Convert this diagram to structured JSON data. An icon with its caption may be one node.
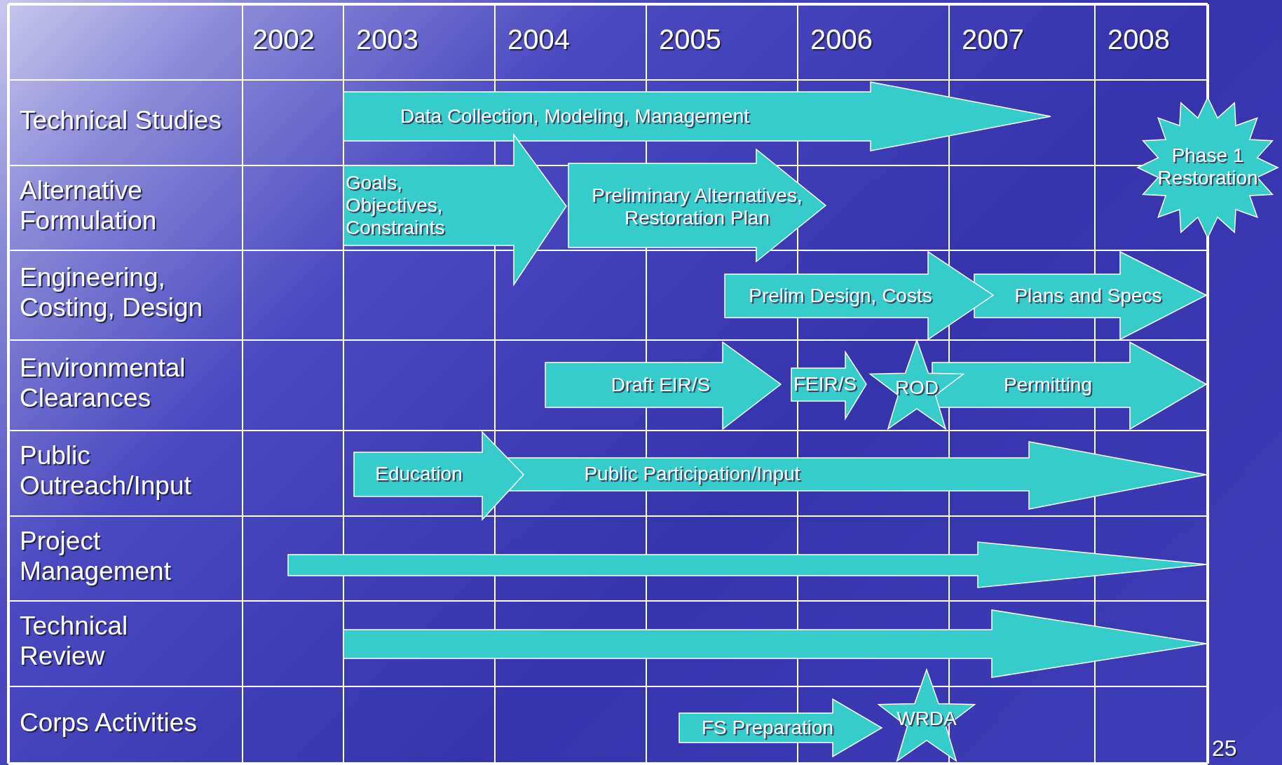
{
  "diagram": {
    "nodes": [
      {
        "text": [
          "Data Collection, Modeling, Management"
        ]
      },
      {
        "text": [
          "Phase 1 Restoration"
        ]
      },
      {
        "text": [
          "Goals, Objectives, Constraints"
        ]
      },
      {
        "text": [
          "Preliminary Alternatives, Restoration Plan"
        ]
      },
      {
        "text": [
          "Prelim Design, Costs"
        ]
      },
      {
        "text": [
          "Plans and Specs"
        ]
      },
      {
        "text": [
          "Draft EIR/S"
        ]
      },
      {
        "text": [
          "FEIR/S"
        ]
      },
      {
        "text": [
          "ROD"
        ]
      },
      {
        "text": [
          "Permitting"
        ]
      },
      {
        "text": [
          "Education"
        ]
      },
      {
        "text": [
          "Public Participation/Input"
        ]
      },
      {
        "text": [],
        "shape": "arrow"
      },
      {
        "text": [],
        "shape": "arrow"
      },
      {
        "text": [
          "FS Preparation"
        ]
      },
      {
        "text": [
          "WRDA"
        ]
      }
    ],
    "labels": [
      "2002",
      "2003",
      "2004",
      "2005",
      "2006",
      "2007",
      "2008",
      "Technical Studies",
      "Alternative Formulation",
      "Engineering, Costing, Design",
      "Environmental Clearances",
      "Public Outreach/Input",
      "Project Management",
      "Technical Review",
      "Corps Activities",
      "25"
    ]
  }
}
